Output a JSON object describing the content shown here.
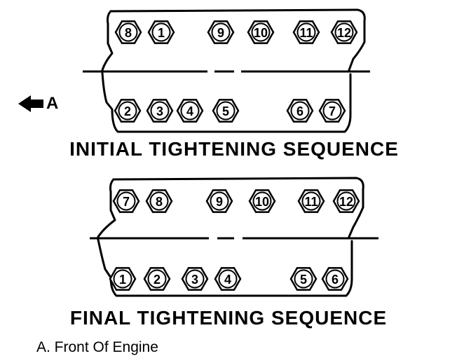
{
  "diagrams": [
    {
      "id": "initial",
      "title": "INITIAL TIGHTENING SEQUENCE",
      "top_row": [
        "8",
        "1",
        "9",
        "10",
        "11",
        "12"
      ],
      "bottom_row": [
        "2",
        "3",
        "4",
        "5",
        "6",
        "7"
      ]
    },
    {
      "id": "final",
      "title": "FINAL TIGHTENING SEQUENCE",
      "top_row": [
        "7",
        "8",
        "9",
        "10",
        "11",
        "12"
      ],
      "bottom_row": [
        "1",
        "2",
        "3",
        "4",
        "5",
        "6"
      ]
    }
  ],
  "front_marker": {
    "letter": "A",
    "icon": "arrow-left-icon"
  },
  "legend": "A.  Front Of Engine",
  "colors": {
    "ink": "#000000",
    "background": "#ffffff"
  }
}
